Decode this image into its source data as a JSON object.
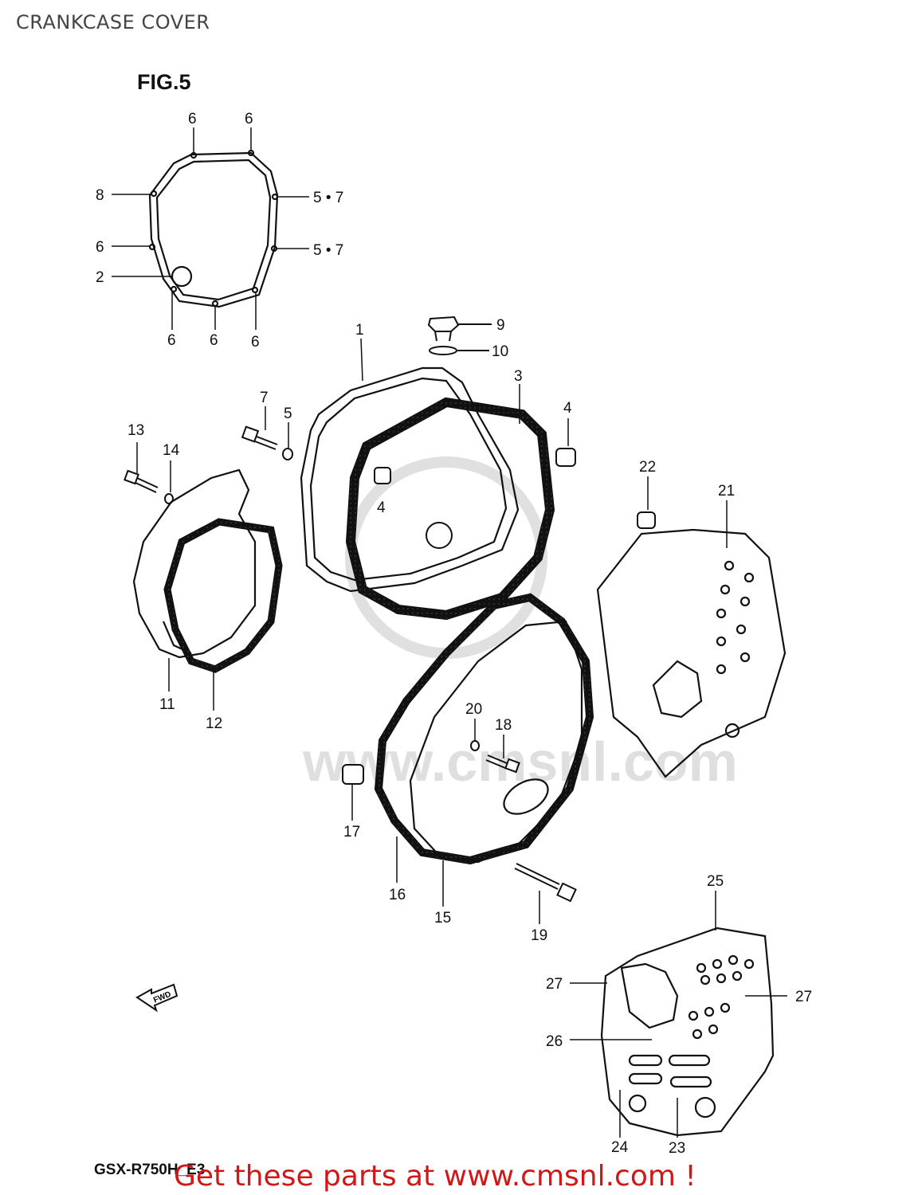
{
  "page": {
    "title": "CRANKCASE COVER"
  },
  "figure": {
    "label": "FIG.5",
    "model": "GSX-R750H_E3",
    "fwd": "FWD",
    "watermark": "www.cmsnl.com"
  },
  "callouts": {
    "c6a": "6",
    "c6b": "6",
    "c8": "8",
    "c57a": "5 • 7",
    "c6c": "6",
    "c57b": "5 • 7",
    "c2": "2",
    "c6d": "6",
    "c6e": "6",
    "c6f": "6",
    "c9": "9",
    "c10": "10",
    "c1": "1",
    "c3": "3",
    "c7": "7",
    "c5": "5",
    "c4a": "4",
    "c4b": "4",
    "c13": "13",
    "c14": "14",
    "c22": "22",
    "c21": "21",
    "c11": "11",
    "c12": "12",
    "c20": "20",
    "c18": "18",
    "c17": "17",
    "c16": "16",
    "c15": "15",
    "c19": "19",
    "c25": "25",
    "c27a": "27",
    "c27b": "27",
    "c26": "26",
    "c24": "24",
    "c23": "23"
  },
  "footer": {
    "promo": "Get these parts at www.cmsnl.com !"
  }
}
